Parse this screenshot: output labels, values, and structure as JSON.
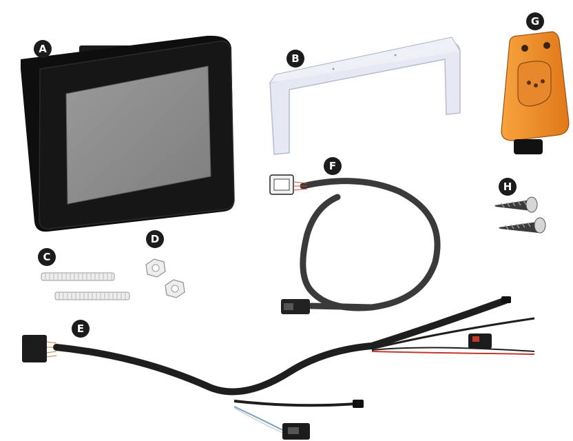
{
  "parts": [
    {
      "letter": "A",
      "name": "display-unit"
    },
    {
      "letter": "B",
      "name": "mounting-bracket"
    },
    {
      "letter": "C",
      "name": "threaded-studs"
    },
    {
      "letter": "D",
      "name": "hex-nuts"
    },
    {
      "letter": "E",
      "name": "power-harness"
    },
    {
      "letter": "F",
      "name": "extension-cable"
    },
    {
      "letter": "G",
      "name": "sensor-module"
    },
    {
      "letter": "H",
      "name": "screws"
    }
  ],
  "colors": {
    "badge": "#1c1c1c",
    "bezel": "#141414",
    "screen": "#8e8e8e",
    "bracket": "#e6e9f4",
    "sensor": "#f28c28",
    "cable": "#2a2a2a",
    "fuse_wire": "#c0392b"
  }
}
